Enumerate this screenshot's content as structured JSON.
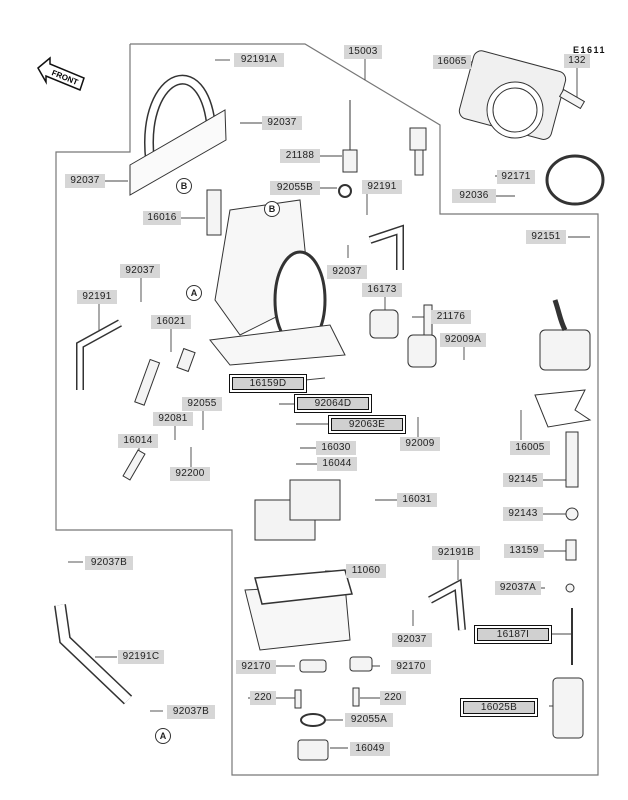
{
  "diagram": {
    "title": "Carburetor parts diagram",
    "diagram_code": "E1611",
    "front_label": "FRONT",
    "callouts": {
      "A": "A",
      "B": "B"
    },
    "parts": [
      {
        "id": "p92191A",
        "label": "92191A"
      },
      {
        "id": "p92037a",
        "label": "92037"
      },
      {
        "id": "p92037b_left",
        "label": "92037"
      },
      {
        "id": "p15003",
        "label": "15003"
      },
      {
        "id": "p16065",
        "label": "16065"
      },
      {
        "id": "p132",
        "label": "132"
      },
      {
        "id": "p21188",
        "label": "21188"
      },
      {
        "id": "p92055B",
        "label": "92055B"
      },
      {
        "id": "p92191",
        "label": "92191"
      },
      {
        "id": "p92171",
        "label": "92171"
      },
      {
        "id": "p92036",
        "label": "92036"
      },
      {
        "id": "p16016",
        "label": "16016"
      },
      {
        "id": "p92151",
        "label": "92151"
      },
      {
        "id": "p92037c",
        "label": "92037"
      },
      {
        "id": "p92037d",
        "label": "92037"
      },
      {
        "id": "p16173",
        "label": "16173"
      },
      {
        "id": "p21176",
        "label": "21176"
      },
      {
        "id": "p92191b",
        "label": "92191"
      },
      {
        "id": "p16021",
        "label": "16021"
      },
      {
        "id": "p92009A",
        "label": "92009A"
      },
      {
        "id": "p16159D",
        "label": "16159D",
        "highlighted": true
      },
      {
        "id": "p92064D",
        "label": "92064D",
        "highlighted": true
      },
      {
        "id": "p92063E",
        "label": "92063E",
        "highlighted": true
      },
      {
        "id": "p92055",
        "label": "92055"
      },
      {
        "id": "p92081",
        "label": "92081"
      },
      {
        "id": "p92009",
        "label": "92009"
      },
      {
        "id": "p16005",
        "label": "16005"
      },
      {
        "id": "p16014",
        "label": "16014"
      },
      {
        "id": "p16030",
        "label": "16030"
      },
      {
        "id": "p16044",
        "label": "16044"
      },
      {
        "id": "p92200",
        "label": "92200"
      },
      {
        "id": "p16031",
        "label": "16031"
      },
      {
        "id": "p92145",
        "label": "92145"
      },
      {
        "id": "p92143",
        "label": "92143"
      },
      {
        "id": "p13159",
        "label": "13159"
      },
      {
        "id": "p92037B_top",
        "label": "92037B"
      },
      {
        "id": "p11060",
        "label": "11060"
      },
      {
        "id": "p92191B",
        "label": "92191B"
      },
      {
        "id": "p92037A",
        "label": "92037A"
      },
      {
        "id": "p16187I",
        "label": "16187I",
        "highlighted": true
      },
      {
        "id": "p92037e",
        "label": "92037"
      },
      {
        "id": "p92191C",
        "label": "92191C"
      },
      {
        "id": "p92170a",
        "label": "92170"
      },
      {
        "id": "p92170b",
        "label": "92170"
      },
      {
        "id": "p220a",
        "label": "220"
      },
      {
        "id": "p220b",
        "label": "220"
      },
      {
        "id": "p92037B_bottom",
        "label": "92037B"
      },
      {
        "id": "p92055A",
        "label": "92055A"
      },
      {
        "id": "p16025B",
        "label": "16025B",
        "highlighted": true
      },
      {
        "id": "p16049",
        "label": "16049"
      }
    ]
  }
}
